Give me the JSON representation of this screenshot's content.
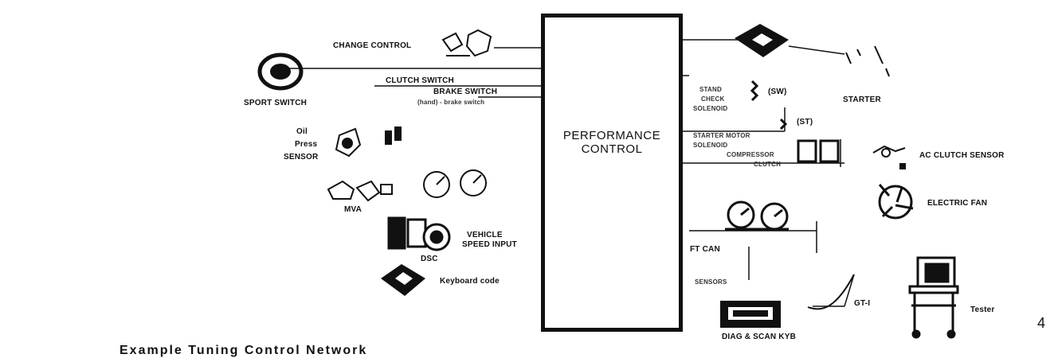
{
  "control_unit": {
    "line1": "PERFORMANCE",
    "line2": "CONTROL"
  },
  "labels": {
    "change_control": "CHANGE CONTROL",
    "clutch_switch": "CLUTCH SWITCH",
    "brake_switch": "BRAKE SWITCH",
    "brake_switch_sub": "(hand) - brake switch",
    "sport_switch": "SPORT SWITCH",
    "oil_sensor_1": "Oil",
    "oil_sensor_2": "Press",
    "oil_sensor_3": "SENSOR",
    "mvk": "MVA",
    "dsc": "DSC",
    "vehicle_1": "VEHICLE",
    "vehicle_2": "SPEED INPUT",
    "keyboard": "Keyboard code",
    "starter": "STARTER",
    "solenoid_1": "STAND",
    "solenoid_2": "CHECK",
    "solenoid_3": "SOLENOID",
    "relay_sw": "(SW)",
    "relay_st": "(ST)",
    "relay_block_1": "STARTER MOTOR",
    "relay_block_2": "SOLENOID",
    "compressor_1": "COMPRESSOR",
    "compressor_2": "CLUTCH",
    "ac_sensor": "AC CLUTCH SENSOR",
    "electric_fan": "ELECTRIC FAN",
    "ft_can": "FT CAN",
    "sensors": "SENSORS",
    "diag": "DIAG & SCAN KYB",
    "gt1": "GT-I",
    "tester": "Tester"
  },
  "page_number": "4",
  "caption": "Example Tuning Control Network"
}
